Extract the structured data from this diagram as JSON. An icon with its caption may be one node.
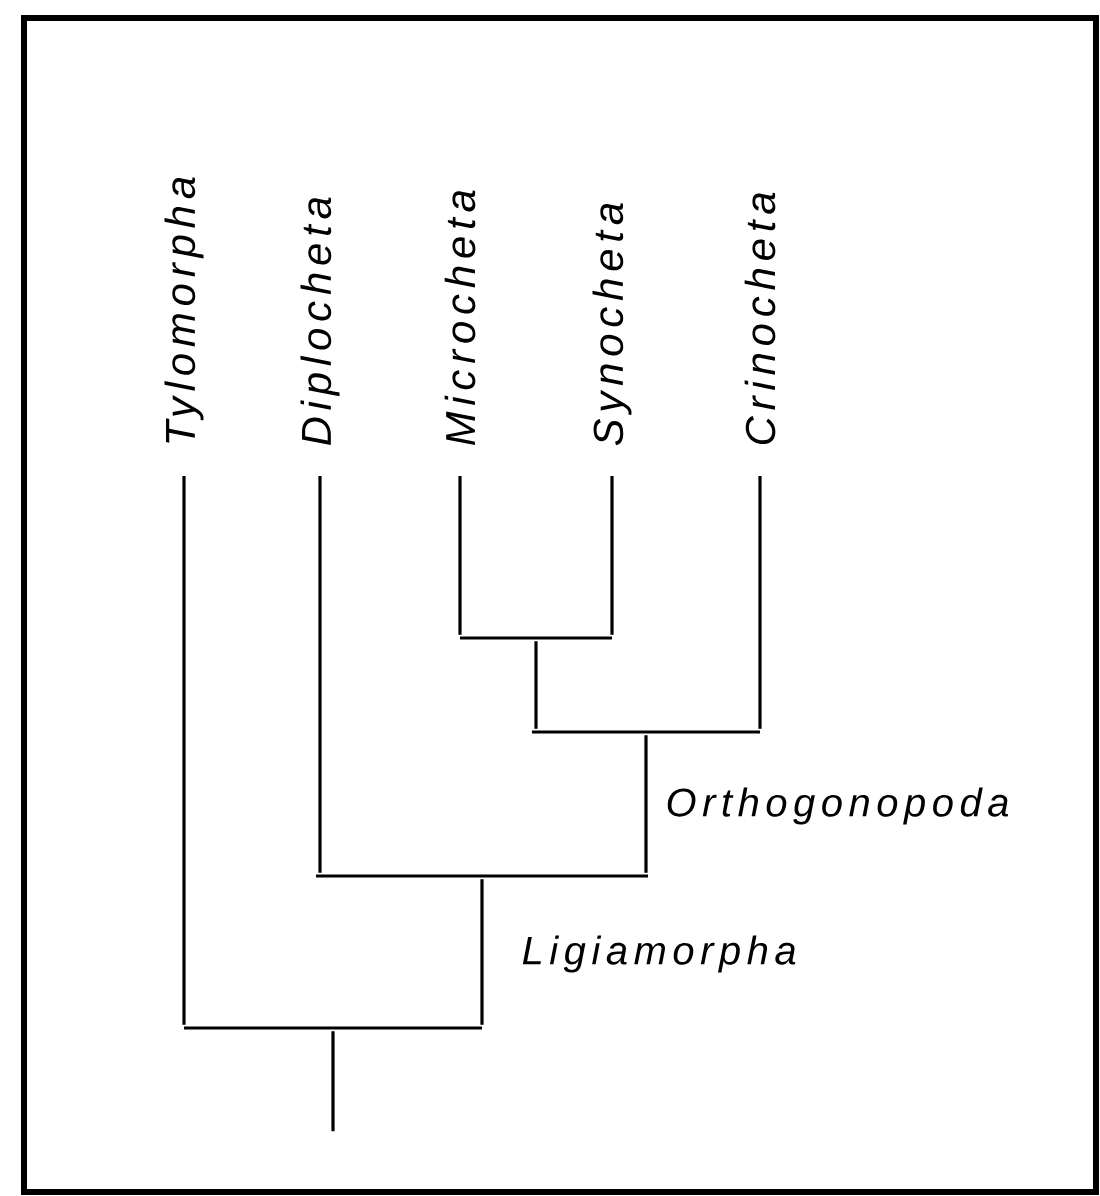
{
  "diagram": {
    "nodes": [
      {
        "text": [
          "Tylomorpha"
        ]
      },
      {
        "text": [
          "Diplocheta"
        ]
      },
      {
        "text": [
          "Microcheta"
        ]
      },
      {
        "text": [
          "Synocheta"
        ]
      },
      {
        "text": [
          "Crinocheta"
        ]
      },
      {
        "text": [],
        "shape": "bar"
      },
      {
        "text": [],
        "shape": "bar"
      },
      {
        "text": [],
        "shape": "bar"
      },
      {
        "text": [],
        "shape": "bar"
      }
    ],
    "edges": [
      {
        "from": 5,
        "to": 2,
        "arrow": "none"
      },
      {
        "from": 5,
        "to": 3,
        "arrow": "none"
      },
      {
        "from": 6,
        "to": 5,
        "arrow": "none"
      },
      {
        "from": 6,
        "to": 4,
        "arrow": "none"
      },
      {
        "from": 7,
        "to": 6,
        "arrow": "none",
        "label": "Orthogonopoda"
      },
      {
        "from": 7,
        "to": 1,
        "arrow": "none"
      },
      {
        "from": 8,
        "to": 7,
        "arrow": "none",
        "label": "Ligiamorpha"
      },
      {
        "from": 8,
        "to": 0,
        "arrow": "none"
      },
      {
        "from": null,
        "to": 8,
        "arrow": "none"
      }
    ]
  }
}
